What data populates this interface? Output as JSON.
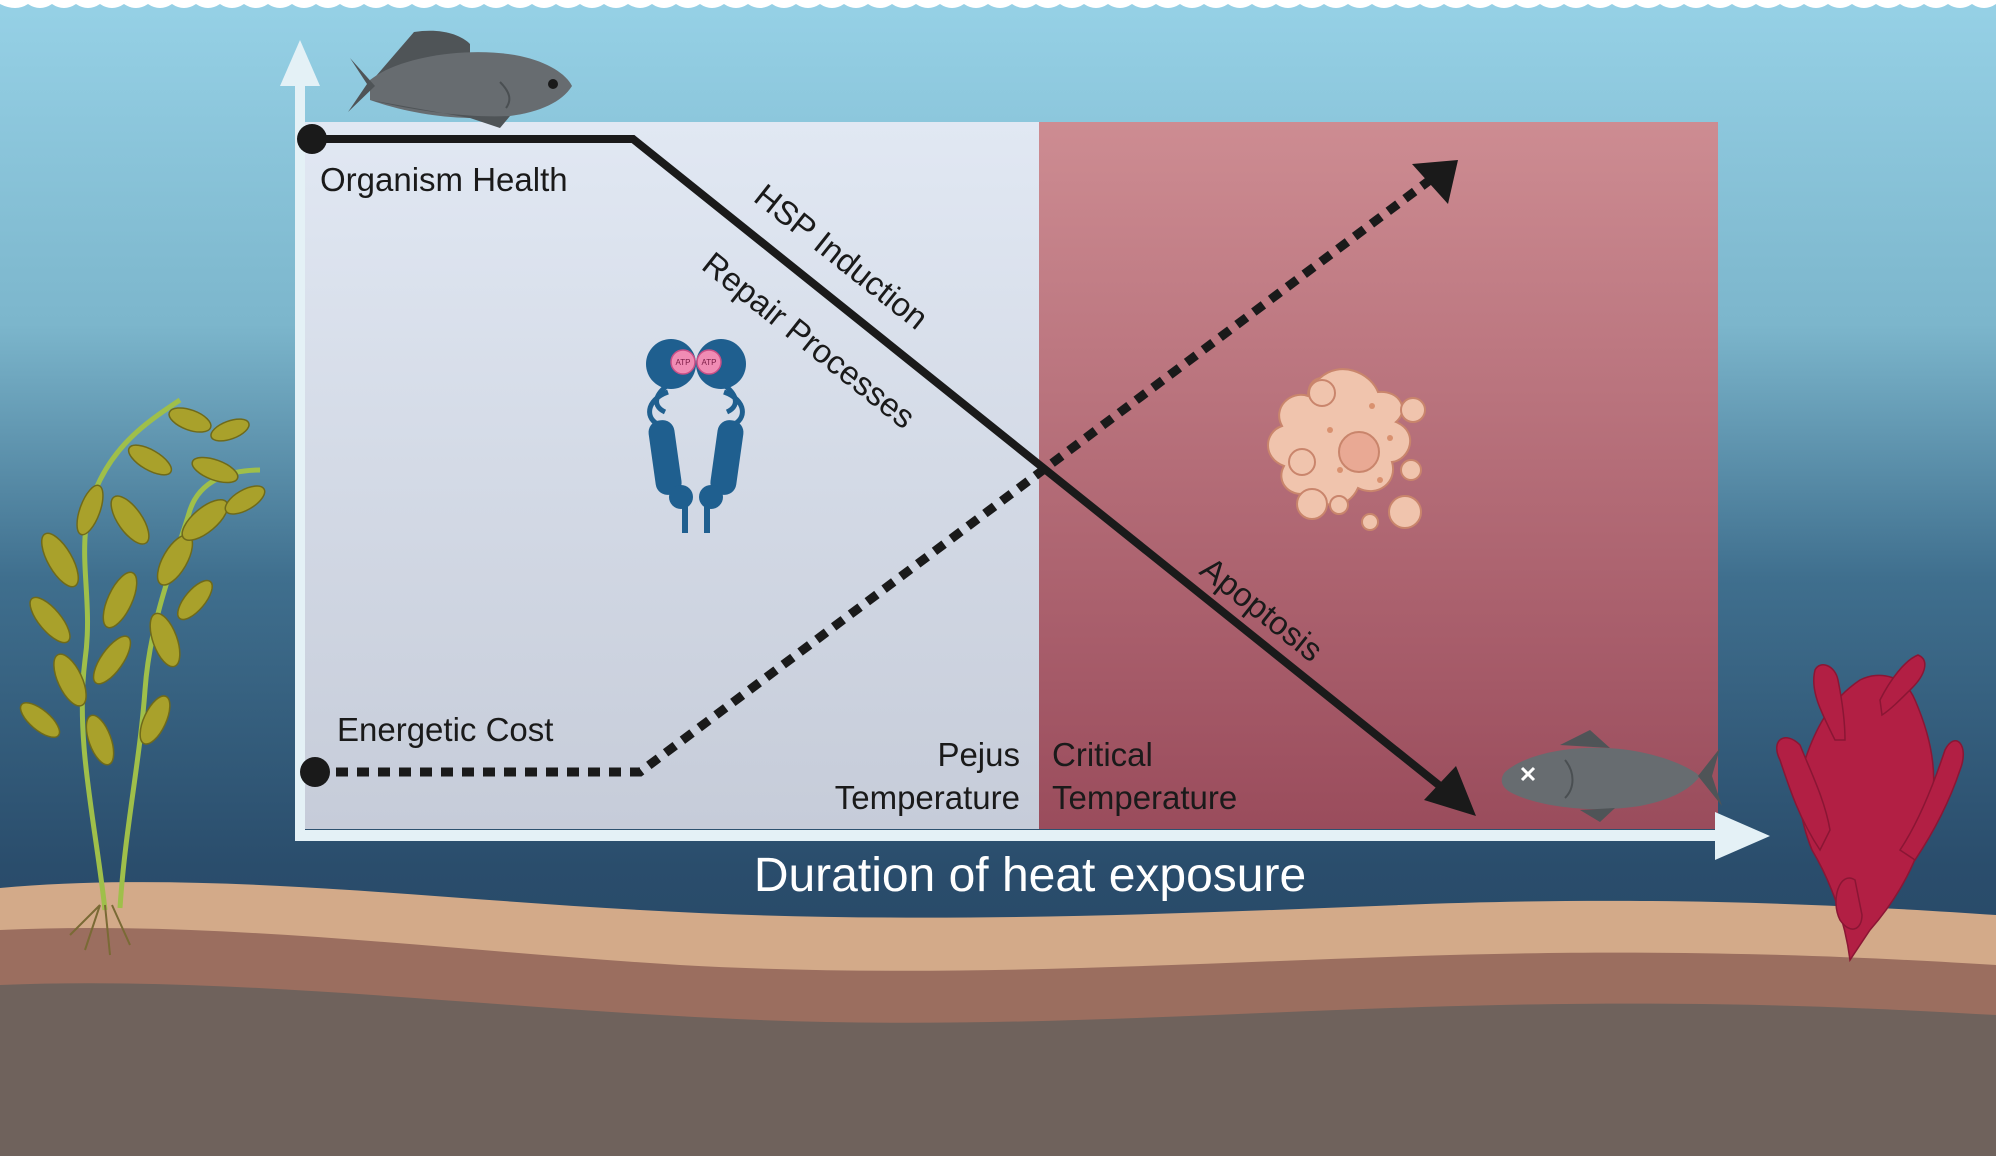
{
  "diagram": {
    "x_axis_label": "Duration of heat exposure",
    "curves": {
      "health_label": "Organism Health",
      "cost_label": "Energetic Cost"
    },
    "annotations": {
      "hsp": "HSP Induction",
      "repair": "Repair Processes",
      "apoptosis": "Apoptosis"
    },
    "zones": {
      "pejus_line1": "Pejus",
      "pejus_line2": "Temperature",
      "critical_line1": "Critical",
      "critical_line2": "Temperature"
    },
    "hsp_protein": {
      "atp_left": "ATP",
      "atp_right": "ATP"
    }
  },
  "colors": {
    "water_top": "#96d1e6",
    "water_bottom": "#23415f",
    "pejus_zone": "#dfe6f1",
    "critical_zone_top": "#cd8d93",
    "critical_zone_bottom": "#9a4e5d",
    "line": "#1a1a1a",
    "axis": "#e4f1f6",
    "protein": "#1f5f8f",
    "atp": "#f08cb4",
    "cell": "#f0c4ad",
    "kelp": "#a9a12b",
    "red_algae": "#b21f44",
    "sand": "#d3aa89",
    "sediment": "#9b6e5f",
    "rock": "#6f625c"
  },
  "icons": [
    "fish-icon",
    "dead-fish-icon",
    "hsp-protein-icon",
    "apoptotic-cell-icon",
    "kelp-icon",
    "red-algae-icon"
  ]
}
